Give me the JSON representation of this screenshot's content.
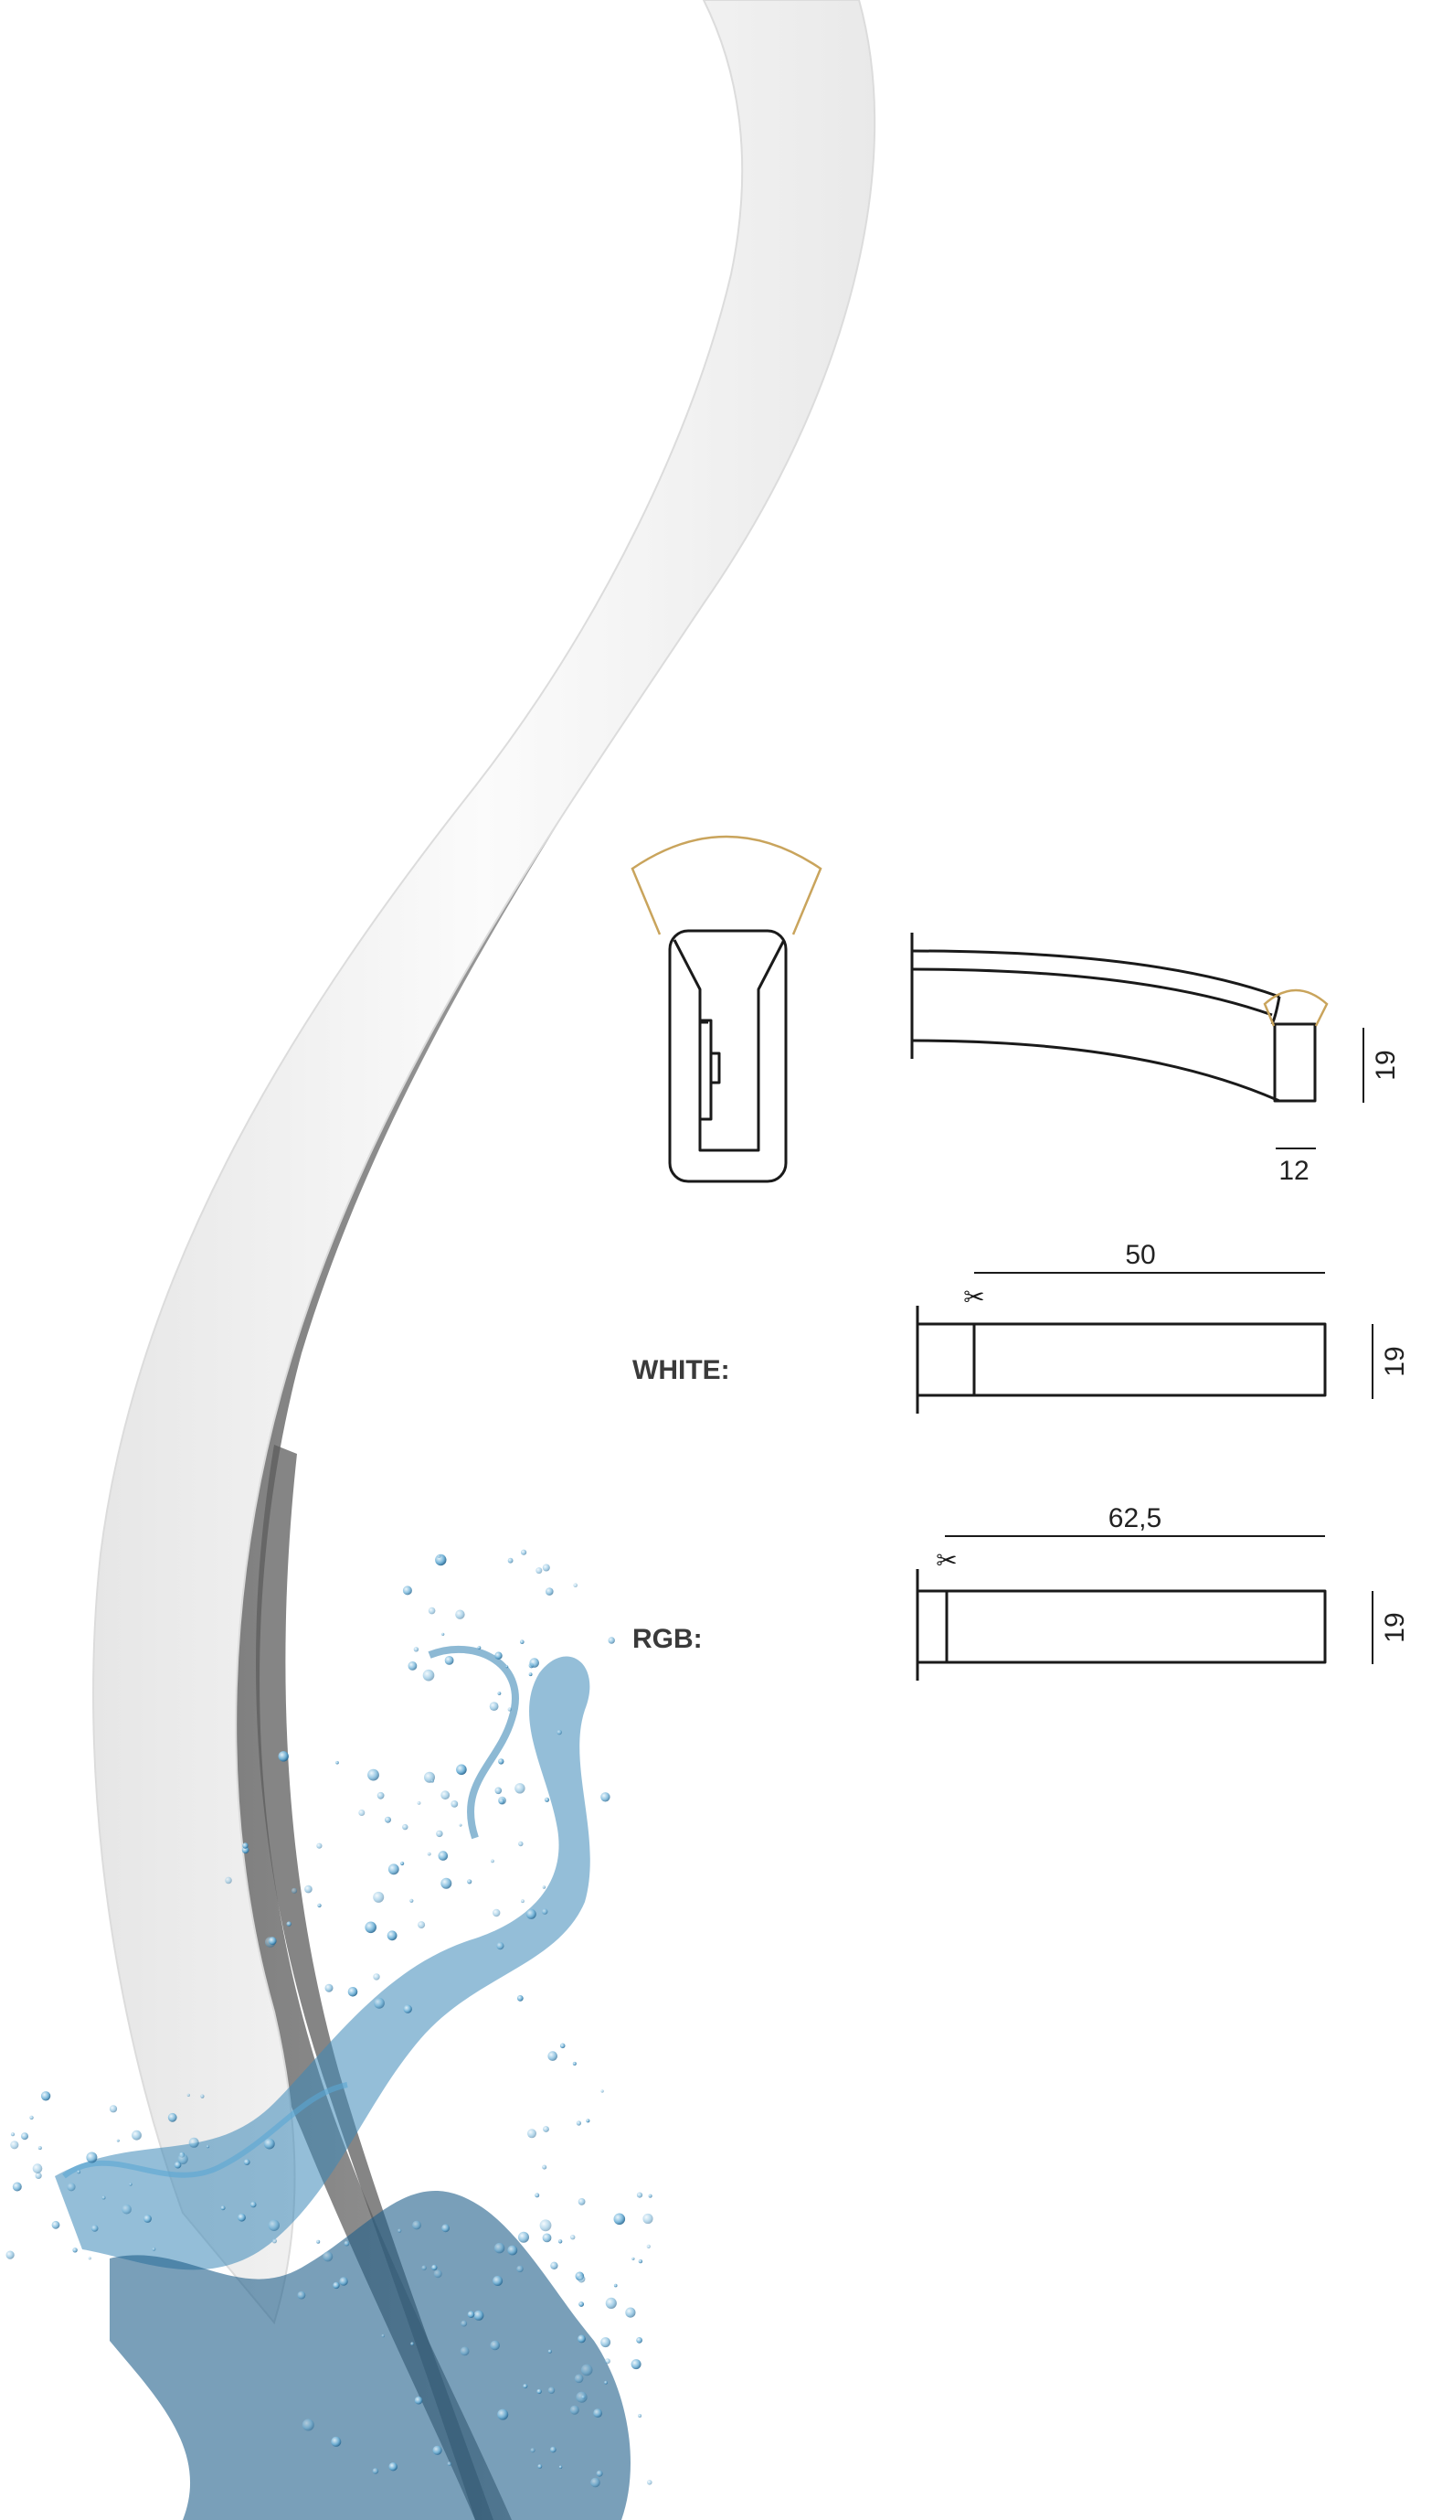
{
  "colors": {
    "background": "#ffffff",
    "strip_face": "#f4f4f4",
    "strip_side": "#9a9a9a",
    "water": "#2f7fb0",
    "beam_angle": "#c9a45c",
    "line": "#1a1a1a"
  },
  "icons": {
    "cut_mark": "scissors-icon"
  },
  "product_image": {
    "subject": "flexible neon strip",
    "splash": "water splash"
  },
  "profile_side": {
    "height_label": "19",
    "width_label": "12"
  },
  "variants": [
    {
      "label": "WHITE:",
      "cut_length_label": "50",
      "height_label": "19"
    },
    {
      "label": "RGB:",
      "cut_length_label": "62,5",
      "height_label": "19"
    }
  ]
}
